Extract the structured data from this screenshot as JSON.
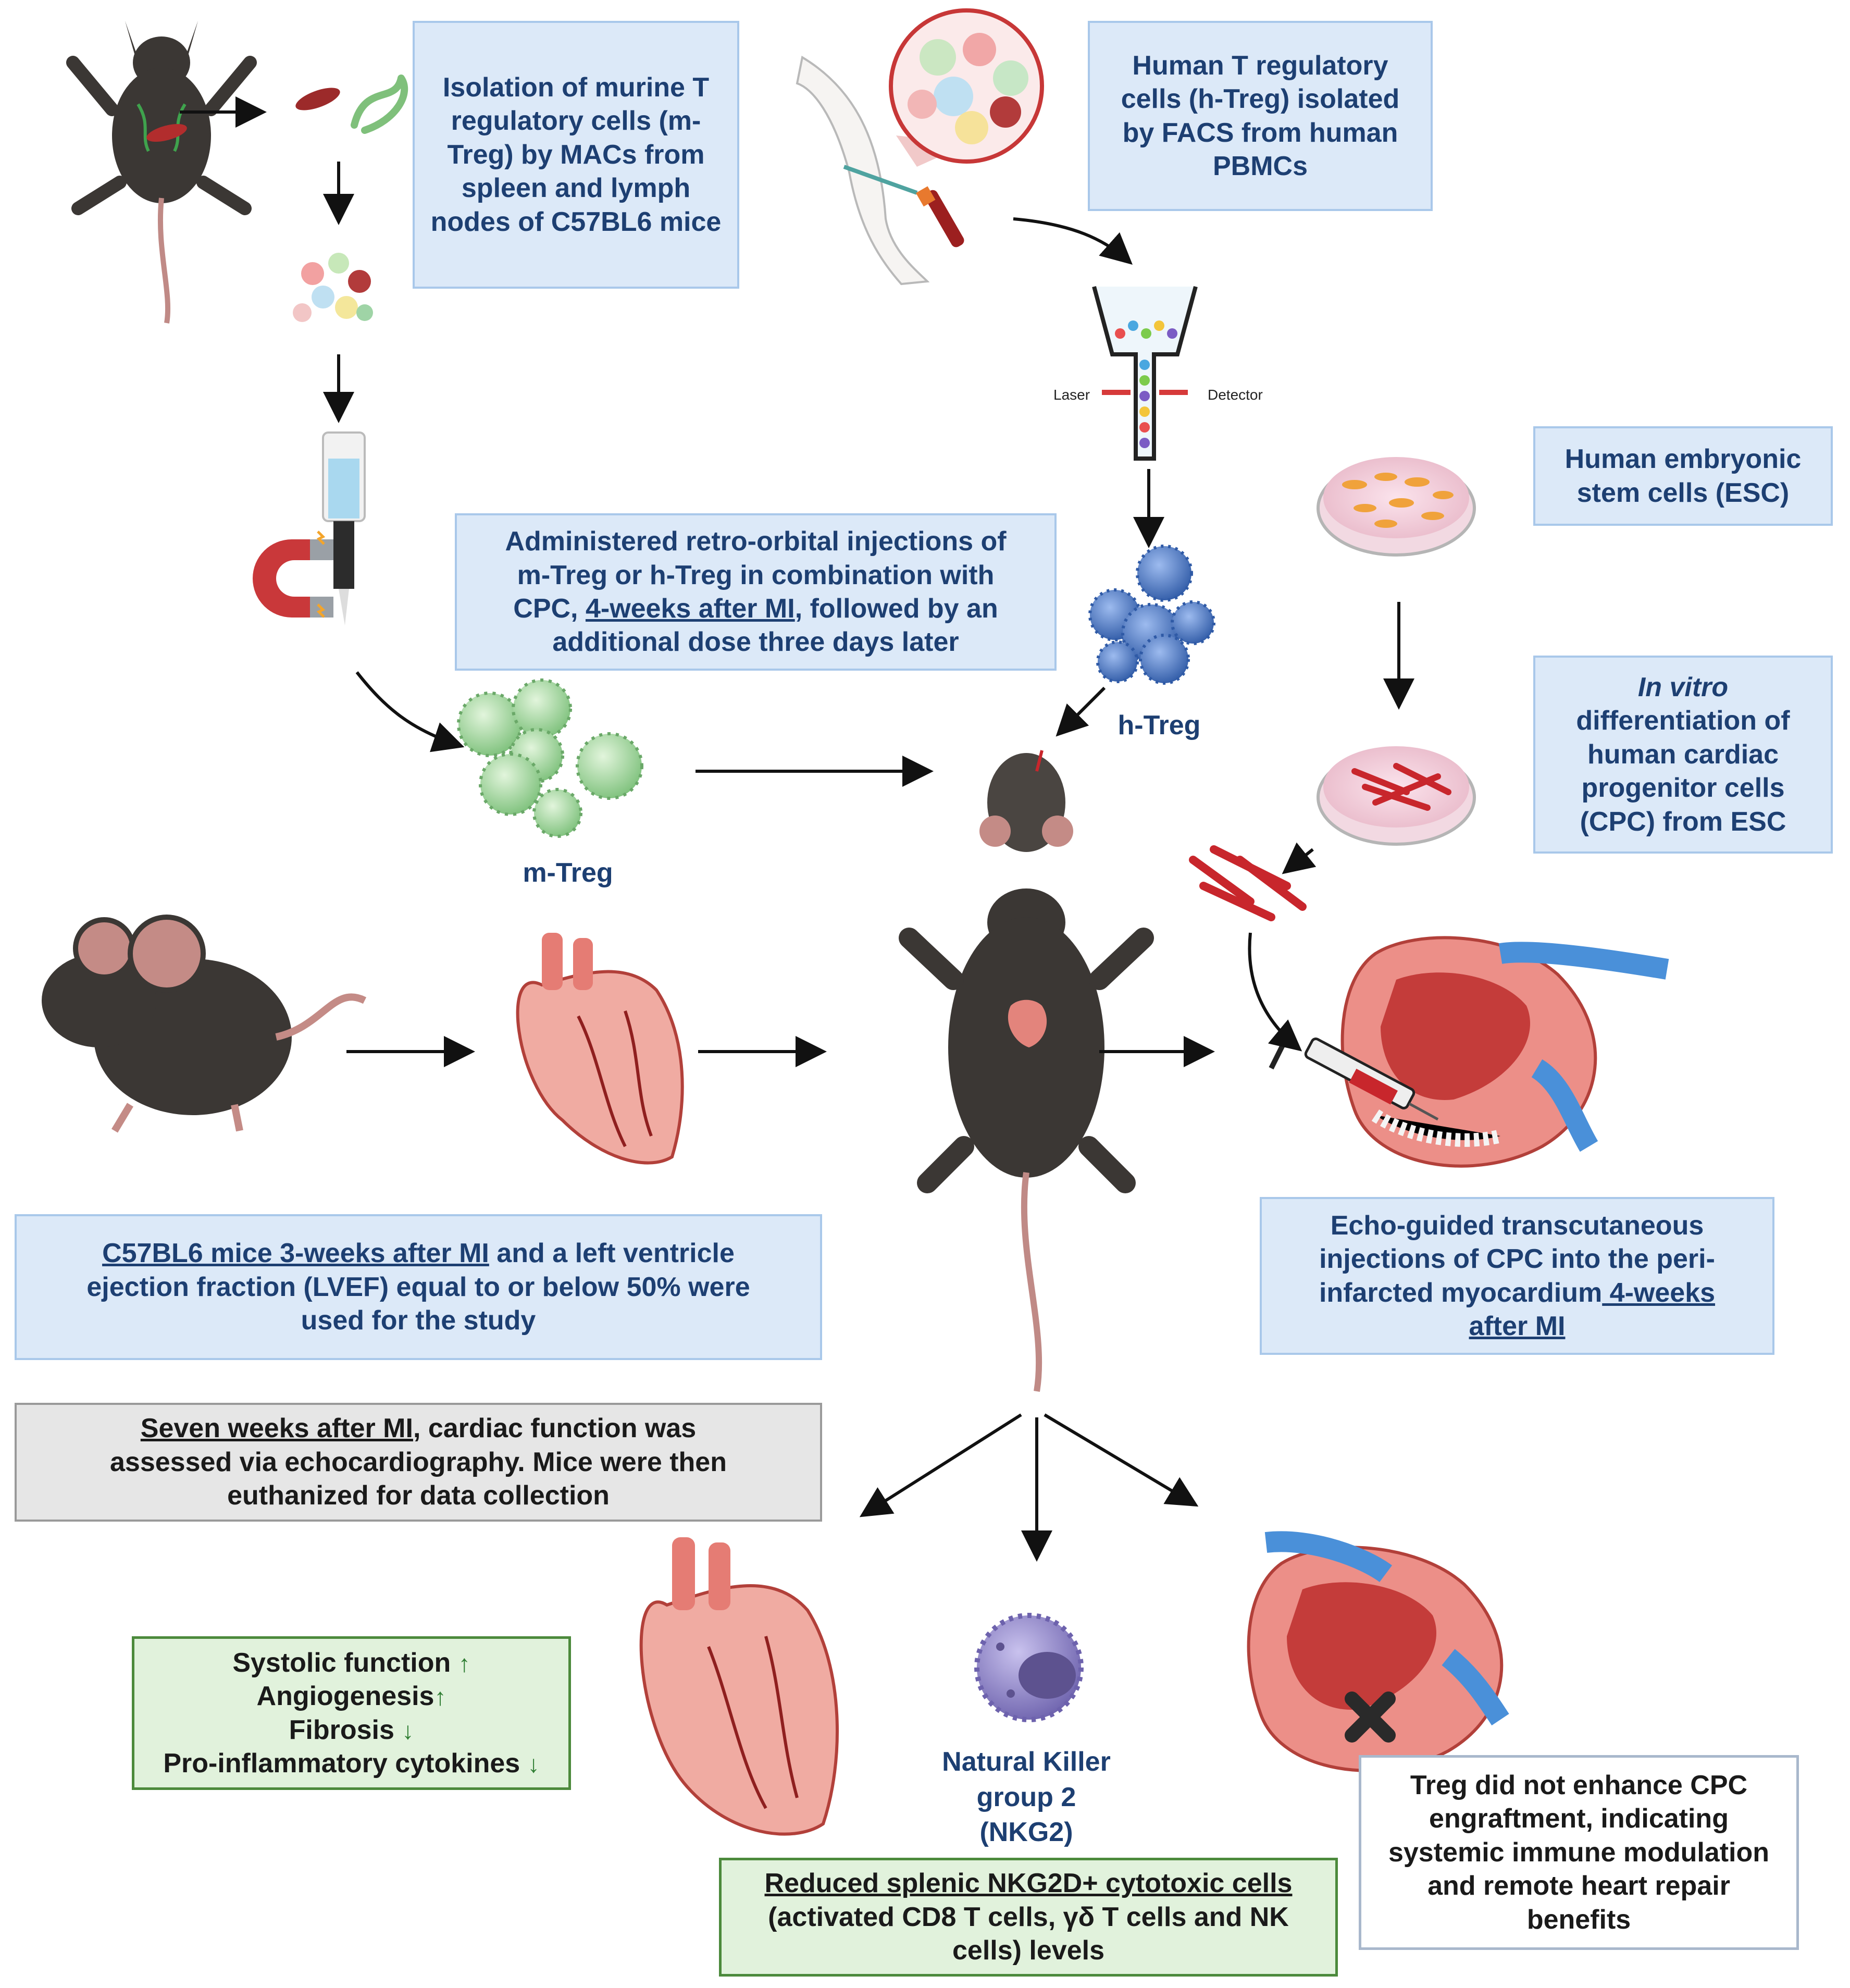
{
  "boxes": {
    "murine_isolation": "Isolation of murine T regulatory cells (m-Treg) by MACs from spleen and lymph nodes of C57BL6 mice",
    "human_isolation": "Human T regulatory cells (h-Treg) isolated by FACS from human PBMCs",
    "administration": {
      "line1": "Administered retro-orbital injections of",
      "line2": "m-Treg or h-Treg in combination with",
      "line3_pre": "CPC, ",
      "line3_underlined": "4-weeks after MI",
      "line3_post": ", followed by an",
      "line4": "additional dose three days later"
    },
    "esc": "Human embryonic stem cells (ESC)",
    "cpc_differentiation": {
      "italic": "In vitro",
      "rest": "differentiation of human cardiac progenitor cells (CPC) from ESC"
    },
    "mice_study": {
      "underlined": "C57BL6 mice 3-weeks after MI",
      "line1_post": " and a left ventricle",
      "line2": "ejection fraction (LVEF) equal to or below 50% were",
      "line3": "used for the study"
    },
    "echo_injection": {
      "line1": "Echo-guided transcutaneous",
      "line2": "injections of CPC into the peri-",
      "line3_pre": "infarcted myocardium",
      "line3_underlined": " 4-weeks ",
      "line4_underlined": "after MI"
    },
    "seven_weeks": {
      "underlined": "Seven weeks after MI",
      "line1_post": ", cardiac function was",
      "line2": "assessed via echocardiography. Mice were then",
      "line3": "euthanized for data collection"
    },
    "outcomes": {
      "items": [
        {
          "label": "Systolic function",
          "arrow": "↑"
        },
        {
          "label": "Angiogenesis",
          "arrow": "↑"
        },
        {
          "label": "Fibrosis",
          "arrow": "↓"
        },
        {
          "label": "Pro-inflammatory cytokines",
          "arrow": "↓"
        }
      ]
    },
    "nkg2d": {
      "underlined": "Reduced splenic NKG2D+ cytotoxic cells",
      "line2": "(activated CD8 T cells, γδ T cells and NK",
      "line3": "cells) levels"
    },
    "treg_result": "Treg did not enhance CPC engraftment, indicating systemic immune modulation and remote heart repair benefits"
  },
  "labels": {
    "h_treg": "h-Treg",
    "m_treg": "m-Treg",
    "nk_line1": "Natural Killer",
    "nk_line2": "group 2",
    "nk_line3": "(NKG2)",
    "laser": "Laser",
    "detector": "Detector"
  },
  "colors": {
    "box_blue_fill": "#dce9f8",
    "box_blue_border": "#a9c8ea",
    "text_navy": "#1d3f72",
    "green_fill": "#e1f2dc",
    "green_border": "#4c8a3c",
    "mouse_dark": "#3b3734",
    "heart_red": "#d9534f",
    "cell_green": "#a8dba0",
    "cell_blue": "#3d68b5",
    "nk_purple": "#8a7fc4"
  }
}
